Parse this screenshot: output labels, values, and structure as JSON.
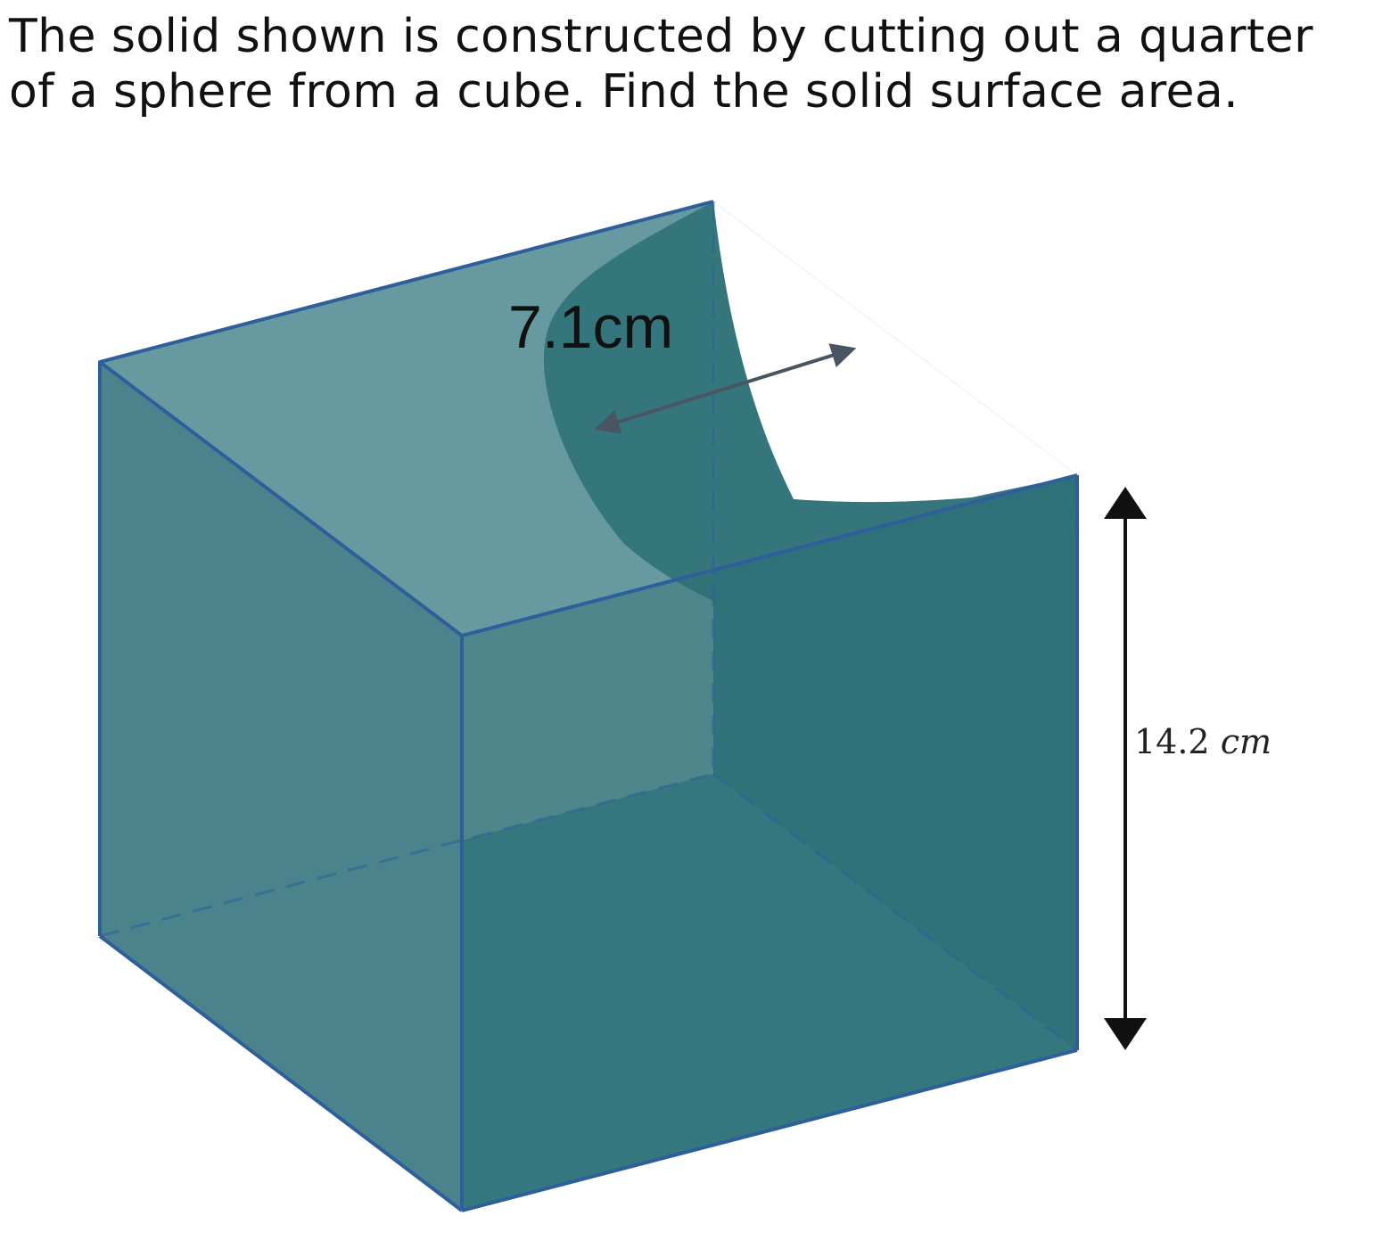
{
  "question": {
    "line1": "The solid shown is constructed by cutting out a quarter",
    "line2": "of a sphere from a cube. Find the solid surface area."
  },
  "figure": {
    "radius_label": "7.1cm",
    "height_value": "14.2",
    "height_unit": "cm",
    "colors": {
      "cube_front": "#38797f",
      "cube_left": "#4b838c",
      "cube_top": "#6699a0",
      "cube_bottom": "#5598a1",
      "cavity": "#33747a",
      "edge": "#2e5f9b",
      "arrow": "#4a5563",
      "dimension": "#111111"
    }
  }
}
